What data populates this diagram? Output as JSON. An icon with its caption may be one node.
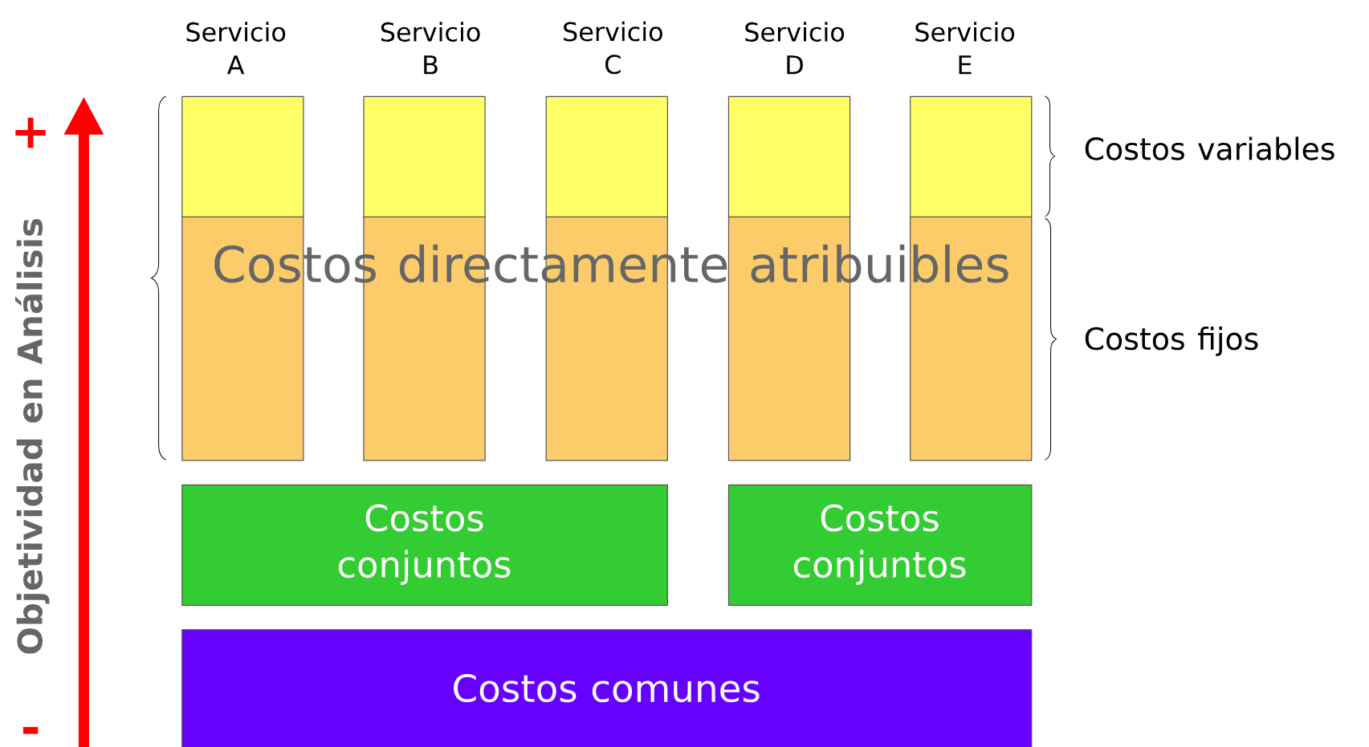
{
  "diagram": {
    "nodes": [
      {
        "text": [],
        "shape": "box",
        "beside": [
          "Servicio A"
        ]
      },
      {
        "text": [],
        "shape": "box",
        "beside": [
          "Servicio B"
        ]
      },
      {
        "text": [],
        "shape": "box",
        "beside": [
          "Servicio C"
        ]
      },
      {
        "text": [],
        "shape": "box",
        "beside": [
          "Servicio D"
        ]
      },
      {
        "text": [],
        "shape": "box",
        "beside": [
          "Servicio E"
        ]
      },
      {
        "text": [],
        "shape": "box"
      },
      {
        "text": [],
        "shape": "box"
      },
      {
        "text": [],
        "shape": "box"
      },
      {
        "text": [],
        "shape": "box"
      },
      {
        "text": [],
        "shape": "box"
      },
      {
        "text": [
          "Costos conjuntos"
        ]
      },
      {
        "text": [
          "Costos conjuntos"
        ]
      },
      {
        "text": [
          "Costos comunes"
        ]
      }
    ],
    "labels": [
      "+",
      "Objetividad en Análisis",
      "-",
      "Costos directamente atribuibles",
      "Costos variables",
      "Costos fijos"
    ]
  }
}
